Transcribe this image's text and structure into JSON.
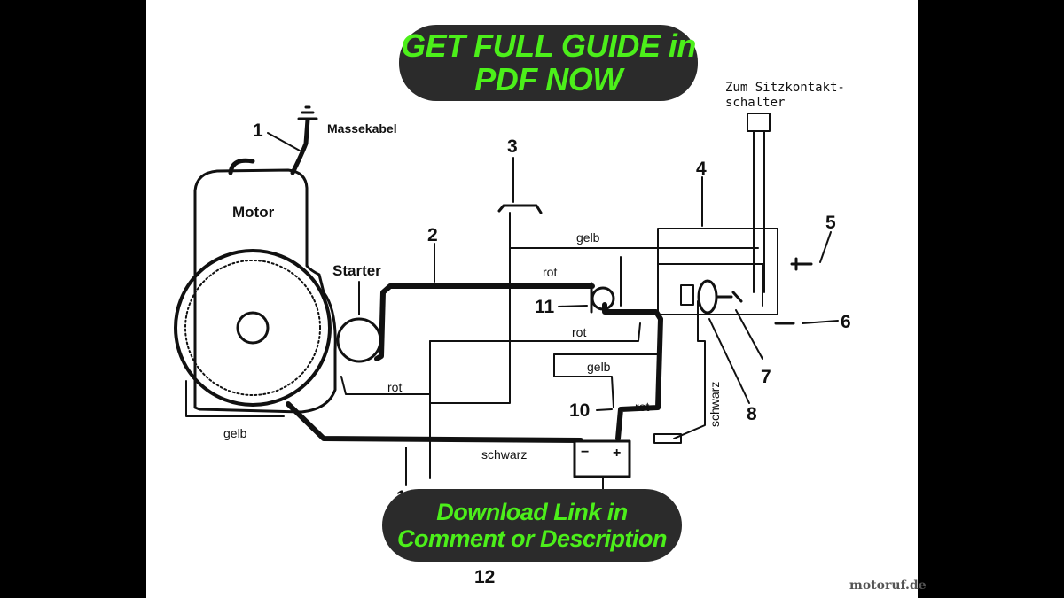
{
  "banners": {
    "top_line1": "GET FULL GUIDE in",
    "top_line2": "PDF NOW",
    "bottom_line1": "Download Link in",
    "bottom_line2": "Comment or Description"
  },
  "diagram": {
    "components": {
      "motor": "Motor",
      "starter": "Starter",
      "massekabel": "Massekabel",
      "sitz_line1": "Zum Sitzkontakt-",
      "sitz_line2": "schalter"
    },
    "wire_labels": {
      "gelb_top": "gelb",
      "rot_1": "rot",
      "rot_2": "rot",
      "gelb_mid": "gelb",
      "rot_3": "rot",
      "rot_4": "rot",
      "gelb_left": "gelb",
      "schwarz_bottom": "schwarz",
      "schwarz_vertical": "schwarz"
    },
    "callouts": {
      "n1": "1",
      "n2": "2",
      "n3": "3",
      "n4": "4",
      "n5": "5",
      "n6": "6",
      "n7": "7",
      "n8": "8",
      "n10": "10",
      "n11": "11",
      "n12": "12",
      "n13": "13"
    },
    "battery": {
      "minus": "−",
      "plus": "+"
    }
  },
  "watermark": "motoruf.de"
}
